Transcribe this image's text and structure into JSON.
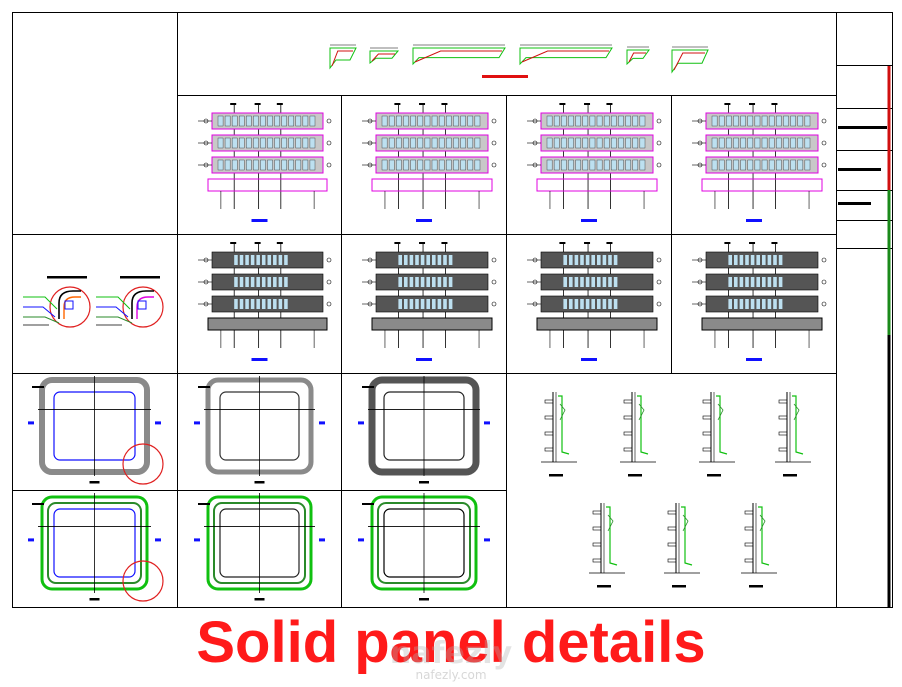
{
  "title": "Solid panel details",
  "watermark": {
    "brand": "nafezly",
    "domain": "nafezly.com"
  },
  "colors": {
    "frame": "#000000",
    "title_red": "#ff1a1a",
    "magenta": "#e000e0",
    "green": "#10c010",
    "dark_green": "#2a8a2a",
    "blue": "#1010ff",
    "light_blue": "#bde0f0",
    "dark_gray": "#555555",
    "mid_gray": "#8a8a8a",
    "hatch_gray": "#c8c8c8",
    "callout_red": "#e02020",
    "watermark": "#b0b0b0"
  },
  "diagram": {
    "panel_views": [
      {
        "row": "top",
        "col": 1,
        "style": "hatched",
        "tags": true
      },
      {
        "row": "top",
        "col": 2,
        "style": "hatched",
        "tags": true
      },
      {
        "row": "top",
        "col": 3,
        "style": "hatched",
        "tags": true
      },
      {
        "row": "top",
        "col": 4,
        "style": "hatched",
        "tags": true
      },
      {
        "row": "middle",
        "col": 1,
        "style": "solid",
        "tags": false
      },
      {
        "row": "middle",
        "col": 2,
        "style": "solid",
        "tags": false
      },
      {
        "row": "middle",
        "col": 3,
        "style": "solid",
        "tags": false
      },
      {
        "row": "middle",
        "col": 4,
        "style": "solid",
        "tags": false
      }
    ],
    "frame_views": [
      {
        "row": 1,
        "col": 1,
        "style": "gray-blue",
        "callout": true
      },
      {
        "row": 1,
        "col": 2,
        "style": "gray-thin",
        "callout": false
      },
      {
        "row": 1,
        "col": 3,
        "style": "gray-thick",
        "callout": false
      },
      {
        "row": 2,
        "col": 1,
        "style": "green-blue",
        "callout": true
      },
      {
        "row": 2,
        "col": 2,
        "style": "green",
        "callout": false
      },
      {
        "row": 2,
        "col": 3,
        "style": "green-dark",
        "callout": false
      }
    ],
    "section_count_upper": 4,
    "section_count_lower": 3
  }
}
